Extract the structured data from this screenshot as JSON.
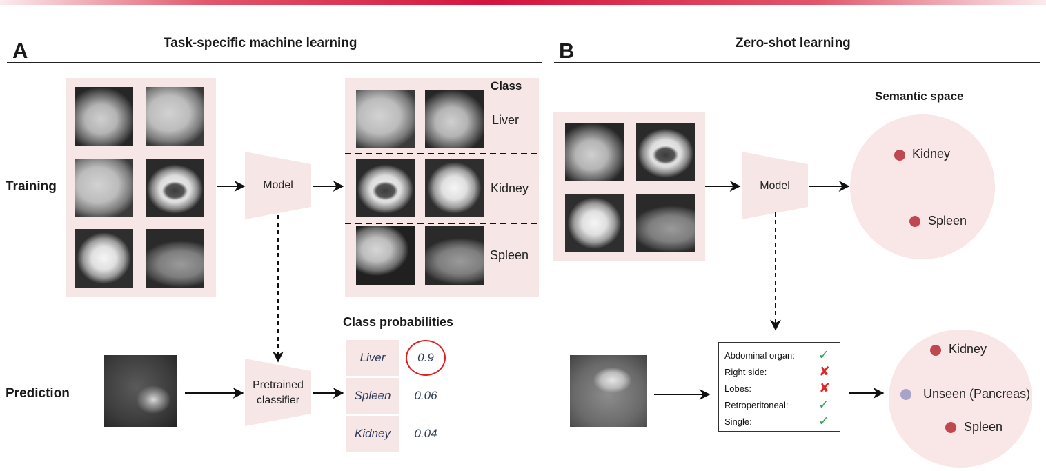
{
  "panel_a": {
    "letter": "A",
    "title": "Task-specific machine learning",
    "training_label": "Training",
    "prediction_label": "Prediction",
    "model_label": "Model",
    "pretrained_label_line1": "Pretrained",
    "pretrained_label_line2": "classifier",
    "class_header": "Class",
    "classes": [
      "Liver",
      "Kidney",
      "Spleen"
    ],
    "probabilities_title": "Class probabilities",
    "probabilities": [
      {
        "name": "Liver",
        "value": "0.9"
      },
      {
        "name": "Spleen",
        "value": "0.06"
      },
      {
        "name": "Kidney",
        "value": "0.04"
      }
    ]
  },
  "panel_b": {
    "letter": "B",
    "title": "Zero-shot learning",
    "model_label": "Model",
    "semantic_space_title": "Semantic space",
    "semantic_points": [
      {
        "name": "Kidney",
        "color": "#c0474f"
      },
      {
        "name": "Spleen",
        "color": "#c0474f"
      }
    ],
    "attributes": [
      {
        "name": "Abdominal organ:",
        "mark": "✓",
        "color": "#3aa655"
      },
      {
        "name": "Right side:",
        "mark": "✘",
        "color": "#e02828"
      },
      {
        "name": "Lobes:",
        "mark": "✘",
        "color": "#e02828"
      },
      {
        "name": "Retroperitoneal:",
        "mark": "✓",
        "color": "#3aa655"
      },
      {
        "name": "Single:",
        "mark": "✓",
        "color": "#3aa655"
      }
    ],
    "result_points": [
      {
        "name": "Kidney",
        "color": "#c0474f"
      },
      {
        "name": "Unseen (Pancreas)",
        "color": "#a7a3c9"
      },
      {
        "name": "Spleen",
        "color": "#c0474f"
      }
    ]
  },
  "colors": {
    "accent": "#d4143c",
    "panel_fill": "#f7e6e6",
    "highlight_circle": "#e02020"
  }
}
